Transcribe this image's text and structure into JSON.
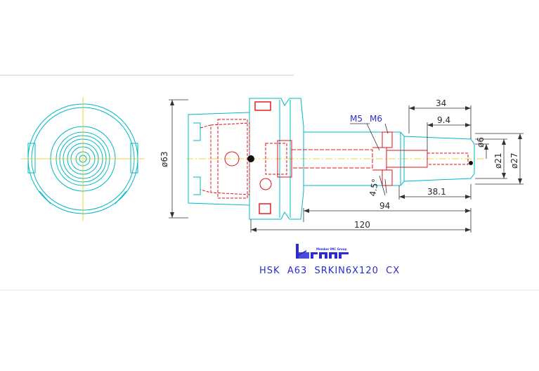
{
  "drawing": {
    "caption": "HSK  A63  SRKIN6X120  CX",
    "logo_label": "Member IMC Group",
    "logo_icon": "iscar-logo-icon",
    "dimensions": {
      "d34": "34",
      "d9_4": "9.4",
      "d38_1": "38.1",
      "d94": "94",
      "d120": "120",
      "d63": "ø63",
      "d6": "ø6",
      "d21": "ø21",
      "d27": "ø27",
      "angle": "4.5°"
    },
    "threads": {
      "m5": "M5",
      "m6": "M6"
    },
    "colors": {
      "cyan": "#00b8c8",
      "red": "#e0101a",
      "yellow": "#e6c800",
      "dim_line": "#333333",
      "blue_text": "#2b2bd0"
    }
  }
}
